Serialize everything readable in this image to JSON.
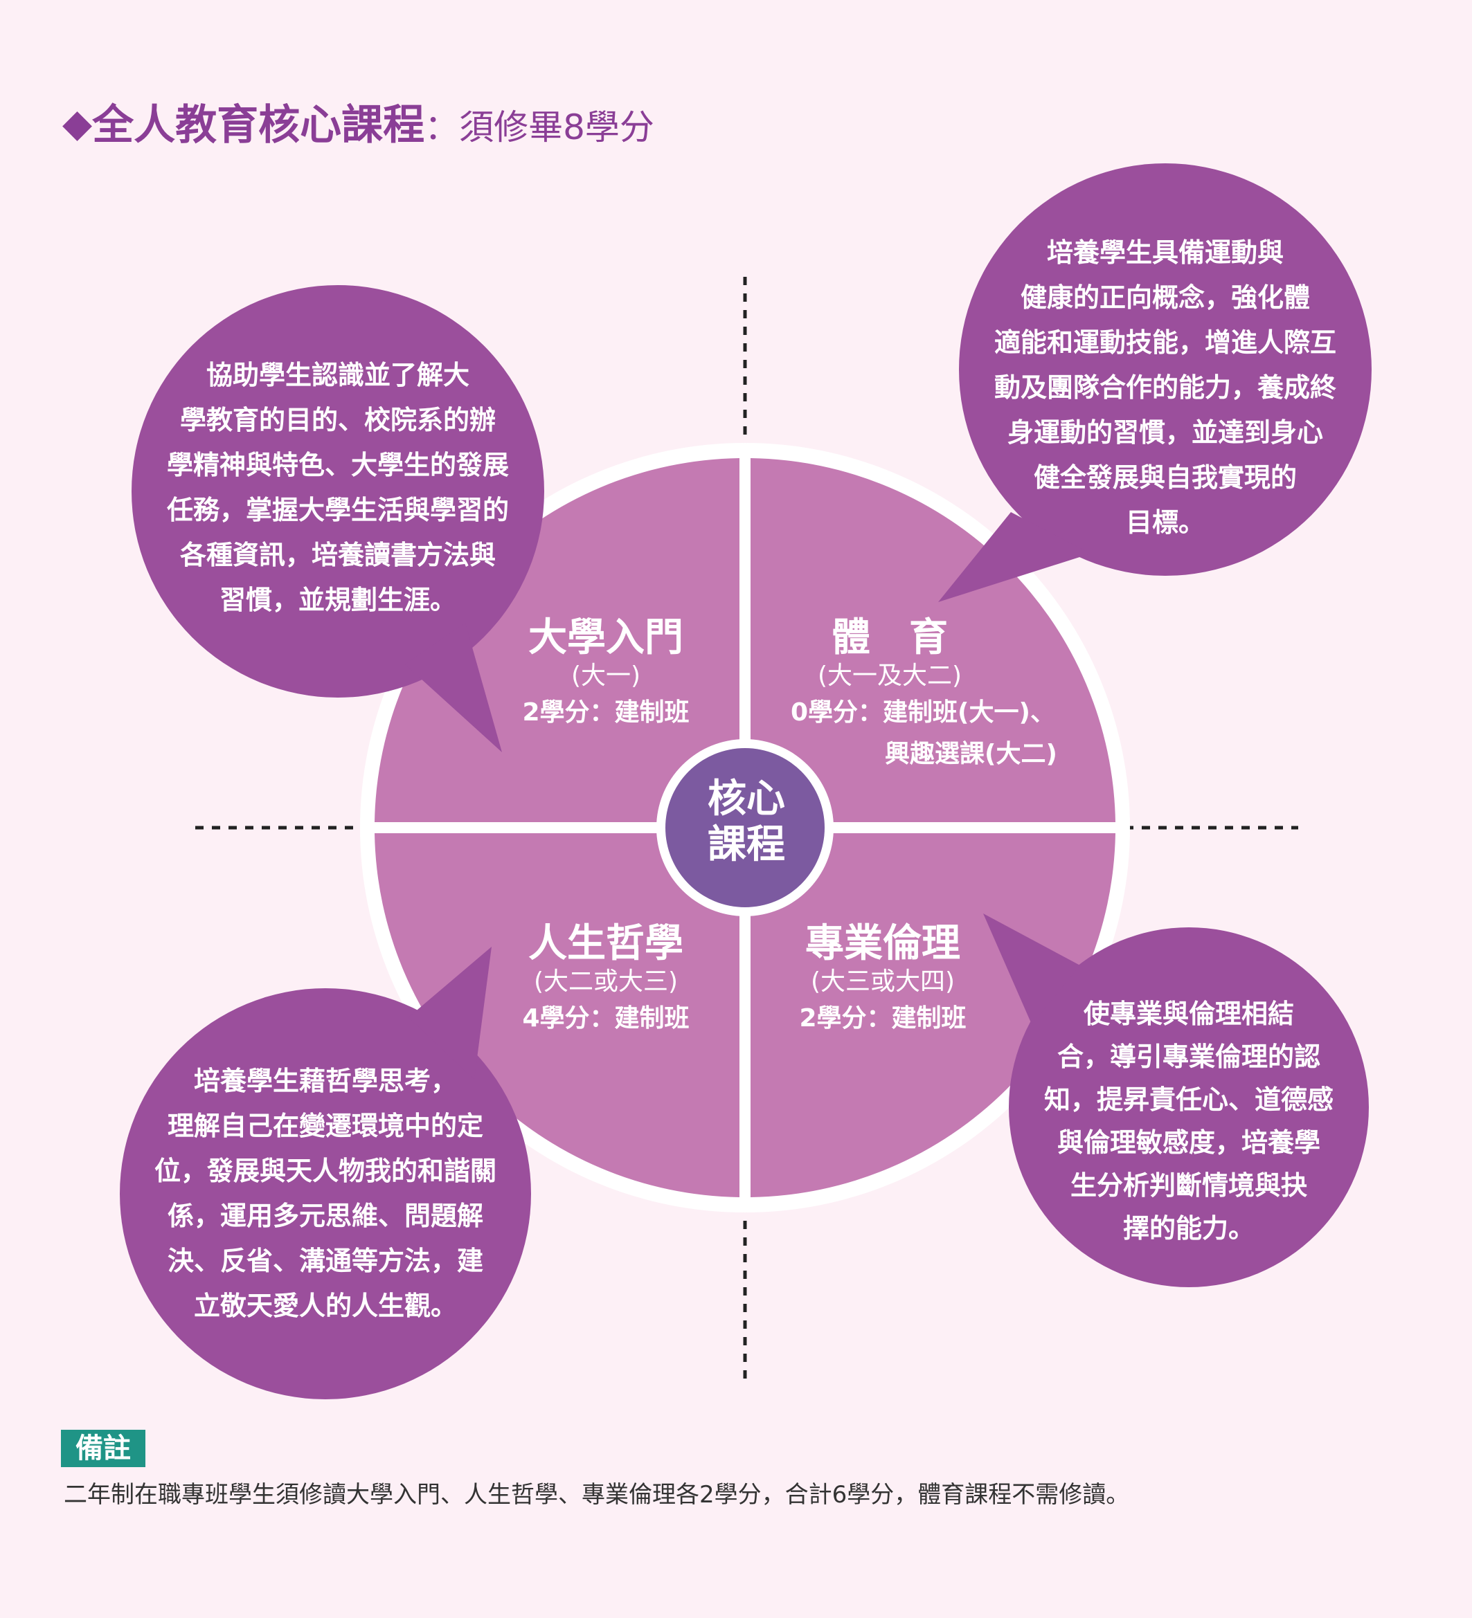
{
  "title": {
    "diamond": "◆",
    "main": "全人教育核心課程",
    "sub": "：須修畢8學分"
  },
  "colors": {
    "background": "#fdf0f6",
    "bubble": "#9b4f9c",
    "quadrant": "#c47ab2",
    "core": "#7c5aa0",
    "title": "#8a3e96",
    "note_tag": "#1f9486"
  },
  "core": {
    "line1": "核心",
    "line2": "課程"
  },
  "quadrants": {
    "top_left": {
      "title": "大學入門",
      "year": "(大一)",
      "credit1": "2學分：建制班",
      "credit2": ""
    },
    "top_right": {
      "title": "體　育",
      "year": "(大一及大二)",
      "credit1": "0學分：建制班(大一)、",
      "credit2": "興趣選課(大二)"
    },
    "bottom_left": {
      "title": "人生哲學",
      "year": "(大二或大三)",
      "credit1": "4學分：建制班",
      "credit2": ""
    },
    "bottom_right": {
      "title": "專業倫理",
      "year": "(大三或大四)",
      "credit1": "2學分：建制班",
      "credit2": ""
    }
  },
  "bubbles": {
    "top_left": [
      "協助學生認識並了解大",
      "學教育的目的、校院系的辦",
      "學精神與特色、大學生的發展",
      "任務，掌握大學生活與學習的",
      "各種資訊，培養讀書方法與",
      "習慣，並規劃生涯。"
    ],
    "top_right": [
      "培養學生具備運動與",
      "健康的正向概念，強化體",
      "適能和運動技能，增進人際互",
      "動及團隊合作的能力，養成終",
      "身運動的習慣，並達到身心",
      "健全發展與自我實現的",
      "目標。"
    ],
    "bottom_left": [
      "培養學生藉哲學思考，",
      "理解自己在變遷環境中的定",
      "位，發展與天人物我的和諧關",
      "係，運用多元思維、問題解",
      "決、反省、溝通等方法，建",
      "立敬天愛人的人生觀。"
    ],
    "bottom_right": [
      "使專業與倫理相結",
      "合，導引專業倫理的認",
      "知，提昇責任心、道德感",
      "與倫理敏感度，培養學",
      "生分析判斷情境與抉",
      "擇的能力。"
    ]
  },
  "note": {
    "tag": "備註",
    "text": "二年制在職專班學生須修讀大學入門、人生哲學、專業倫理各2學分，合計6學分，體育課程不需修讀。"
  }
}
